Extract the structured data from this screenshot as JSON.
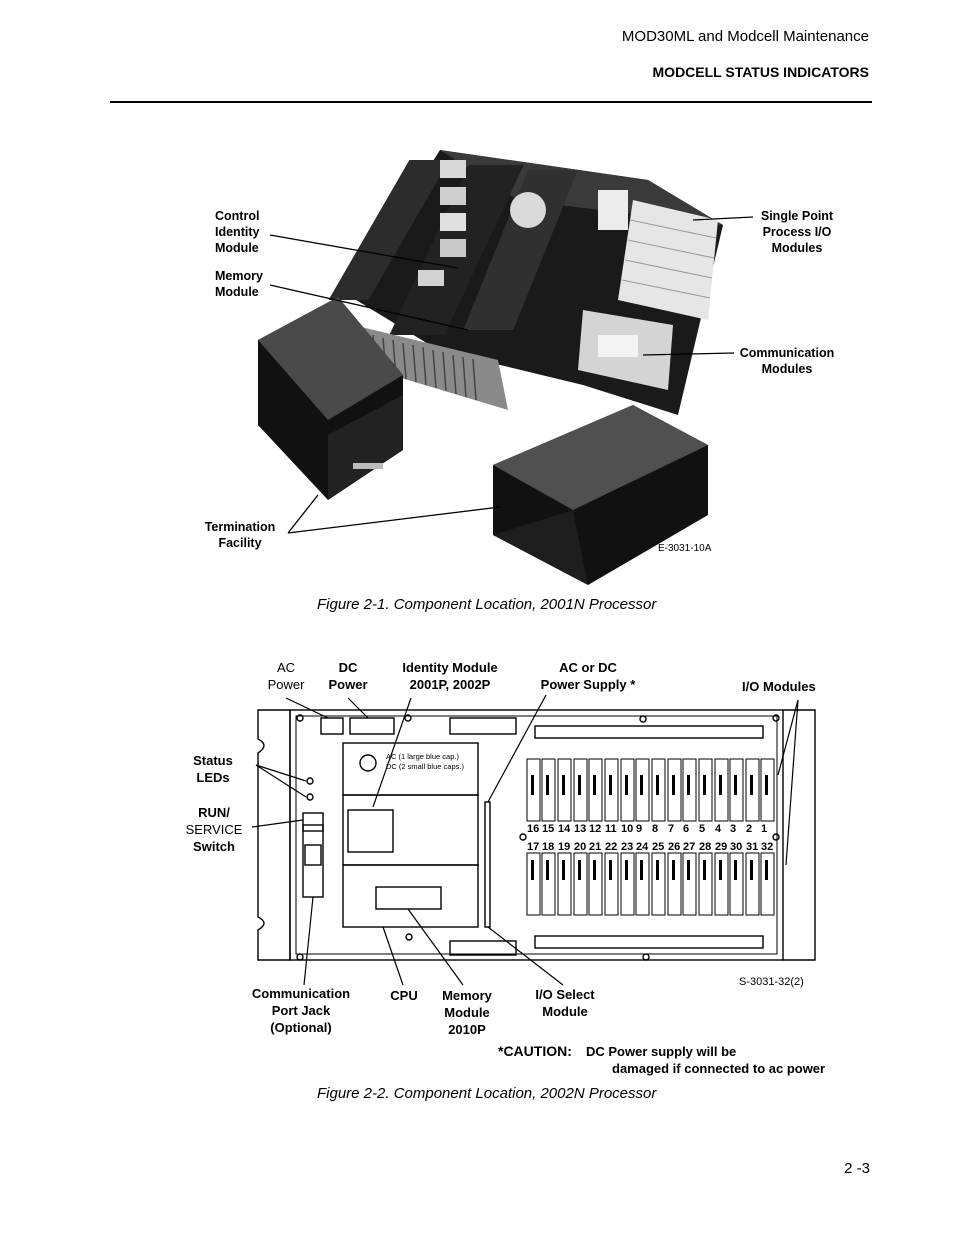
{
  "header": {
    "doc_title": "MOD30ML and Modcell Maintenance",
    "section_title": "MODCELL STATUS INDICATORS"
  },
  "figure1": {
    "labels": {
      "control_identity": [
        "Control",
        "Identity",
        "Module"
      ],
      "memory": [
        "Memory",
        "Module"
      ],
      "single_point": [
        "Single Point",
        "Process I/O",
        "Modules"
      ],
      "communication": [
        "Communication",
        "Modules"
      ],
      "termination": [
        "Termination",
        "Facility"
      ],
      "code": "E-3031-10A"
    },
    "caption": "Figure 2-1. Component Location, 2001N Processor"
  },
  "figure2": {
    "labels": {
      "ac_power": [
        "AC",
        "Power"
      ],
      "dc_power": [
        "DC",
        "Power"
      ],
      "identity": [
        "Identity Module",
        "2001P, 2002P"
      ],
      "power_supply": [
        "AC or DC",
        "Power Supply *"
      ],
      "io_modules": "I/O Modules",
      "status_leds": [
        "Status",
        "LEDs"
      ],
      "run_service": [
        "RUN/",
        "SERVICE",
        "Switch"
      ],
      "cap_note": [
        "AC (1 large blue cap.)",
        "DC (2 small blue caps.)"
      ],
      "slots_top": [
        "16",
        "15",
        "14",
        "13",
        "12",
        "11",
        "10",
        "9",
        "8",
        "7",
        "6",
        "5",
        "4",
        "3",
        "2",
        "1"
      ],
      "slots_bottom": [
        "17",
        "18",
        "19",
        "20",
        "21",
        "22",
        "23",
        "24",
        "25",
        "26",
        "27",
        "28",
        "29",
        "30",
        "31",
        "32"
      ],
      "code": "S-3031-32(2)",
      "comm_port": [
        "Communication",
        "Port Jack",
        "(Optional)"
      ],
      "cpu": "CPU",
      "memory": [
        "Memory",
        "Module",
        "2010P"
      ],
      "io_select": [
        "I/O Select",
        "Module"
      ],
      "caution_label": "*CAUTION:",
      "caution_text": [
        "DC Power supply will be",
        "damaged if connected to ac power"
      ]
    },
    "caption": "Figure 2-2. Component Location, 2002N Processor"
  },
  "footer": {
    "page_number": "2 -3"
  }
}
